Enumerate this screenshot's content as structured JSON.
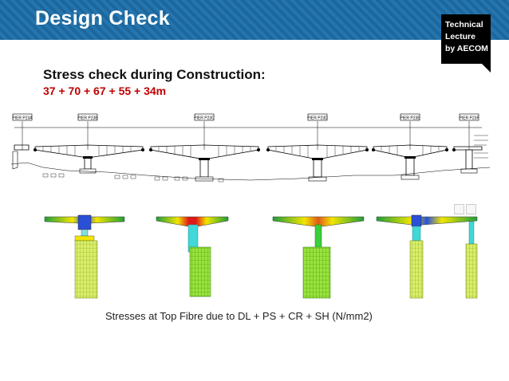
{
  "slide": {
    "title": "Design Check",
    "badge": [
      "Technical",
      "Lecture",
      "by AECOM"
    ],
    "subtitle": "Stress check during Construction:",
    "spans": "37 + 70 + 67 + 55 + 34m",
    "caption": "Stresses at Top Fibre due to DL + PS + CR + SH  (N/mm2)"
  },
  "drawing": {
    "pier_labels": [
      "PIER P23A",
      "PIER P23B",
      "PIER P23C",
      "PIER P23D",
      "PIER P23E",
      "PIER P23F"
    ]
  },
  "colors": {
    "header": "#2b82bd",
    "accent_red": "#c00000",
    "badge": "#000000",
    "stress_low": "#1f9e3a",
    "stress_mid": "#f2e600",
    "stress_high": "#e01818",
    "pier_cyan": "#40d8d8"
  }
}
